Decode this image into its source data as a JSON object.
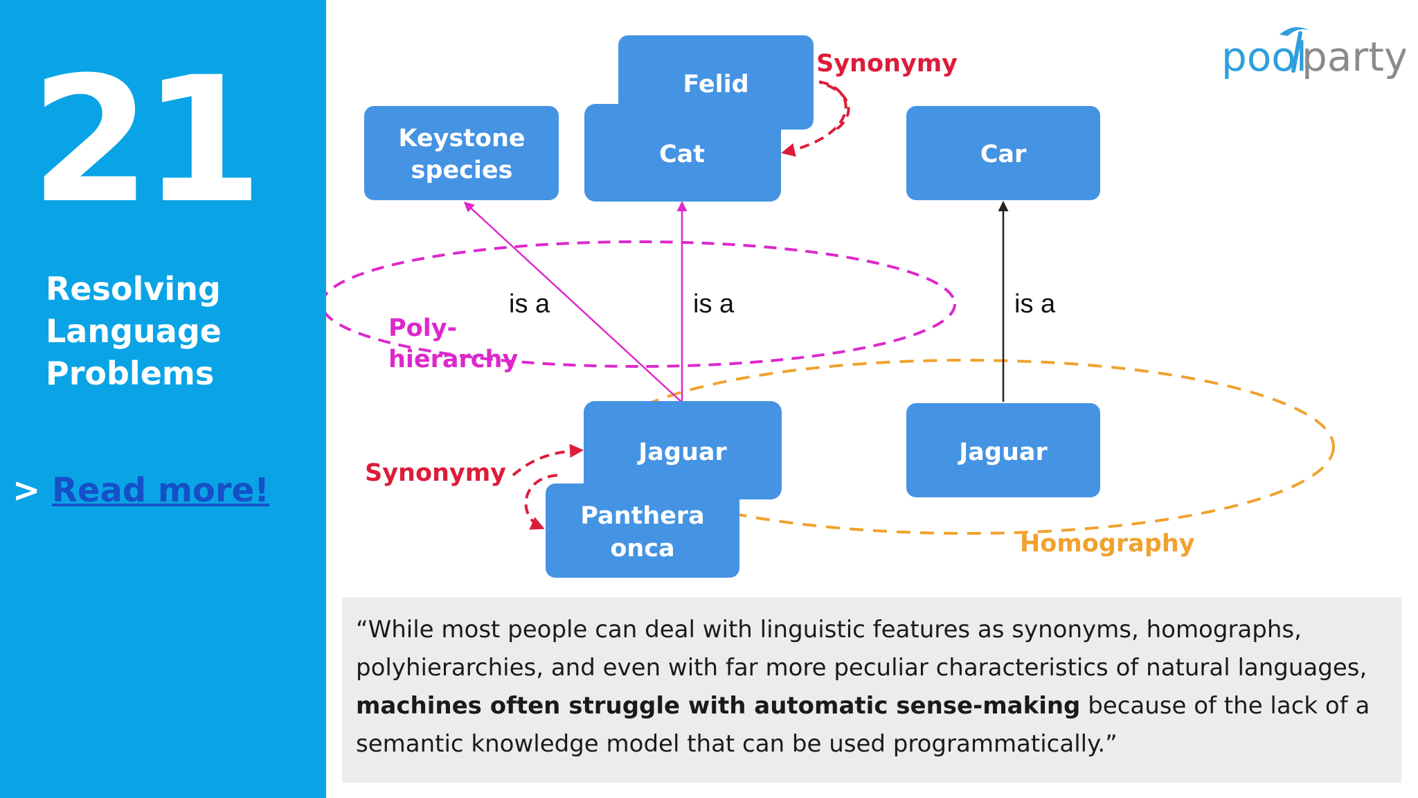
{
  "sidebar": {
    "number": "21",
    "title_lines": [
      "Resolving",
      "Language",
      "Problems"
    ],
    "read_more_prefix": ">",
    "read_more_label": "Read more!",
    "background_color": "#0aa4e6"
  },
  "logo": {
    "part1": "pool",
    "part2": "party"
  },
  "diagram": {
    "nodes": {
      "felid": "Felid",
      "keystone_line1": "Keystone",
      "keystone_line2": "species",
      "cat": "Cat",
      "car": "Car",
      "jaguar_animal": "Jaguar",
      "jaguar_car": "Jaguar",
      "panthera_line1": "Panthera",
      "panthera_line2": "onca"
    },
    "edge_labels": {
      "is_a_1": "is a",
      "is_a_2": "is a",
      "is_a_3": "is a"
    },
    "relation_labels": {
      "synonymy_top": "Synonymy",
      "synonymy_bottom": "Synonymy",
      "polyhierarchy_line1": "Poly-",
      "polyhierarchy_line2": "hierarchy",
      "homography": "Homography"
    },
    "colors": {
      "node": "#4593e3",
      "synonymy": "#dd1c3a",
      "polyhierarchy": "#dd28cc",
      "homography": "#f0a22d"
    }
  },
  "quote": {
    "part1": "“While most people can deal with linguistic features as synonyms, homographs, polyhierarchies, and even with far more peculiar characteristics of natural languages, ",
    "bold": "machines often struggle with automatic sense-making",
    "part2": " because of the lack of a semantic knowledge model that can be used programmatically.”"
  }
}
